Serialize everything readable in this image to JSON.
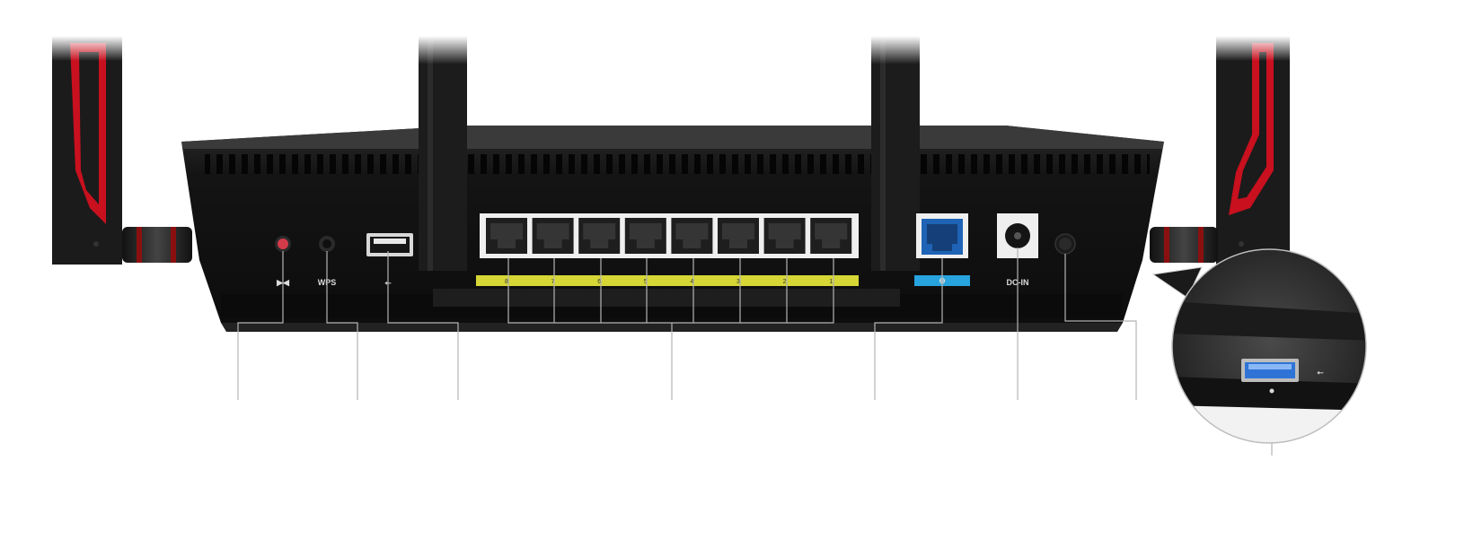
{
  "labels": {
    "reset": "▶◀",
    "wps": "WPS",
    "usb": "⭠",
    "lan_ports": [
      "8",
      "7",
      "6",
      "5",
      "4",
      "3",
      "2",
      "1"
    ],
    "wan": "⊕",
    "dc_in": "DC-IN"
  },
  "colors": {
    "body": "#161616",
    "antenna_accent": "#c8101e",
    "lan_strip": "#d6d637",
    "wan_strip": "#27a3dd",
    "wan_port": "#1e63b5",
    "usb3_blue": "#2f73d6",
    "reset_button": "#d33a4a",
    "callout_line": "#b4b4b4"
  },
  "icons": [
    "antenna-icon",
    "reset-button-icon",
    "wps-button-icon",
    "usb2-port-icon",
    "lan-port-icon",
    "wan-port-icon",
    "dc-in-jack-icon",
    "power-button-icon",
    "usb3-port-icon",
    "usb-symbol-icon"
  ]
}
